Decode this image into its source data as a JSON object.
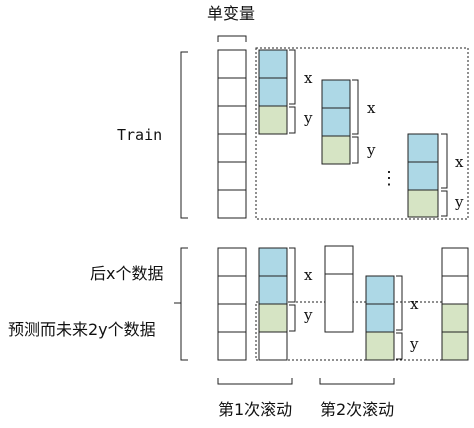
{
  "labels": {
    "univariate": "单变量",
    "train": "Train",
    "last_x": "后x个数据",
    "predict": "预测而未来2y个数据",
    "roll_1": "第1次滚动",
    "roll_2": "第2次滚动",
    "x": "x",
    "y": "y",
    "ellipsis": "⋮"
  },
  "colors": {
    "x_cell": "#add8e6",
    "y_cell": "#d6e4c4",
    "stroke": "#222222",
    "background": "#ffffff"
  }
}
